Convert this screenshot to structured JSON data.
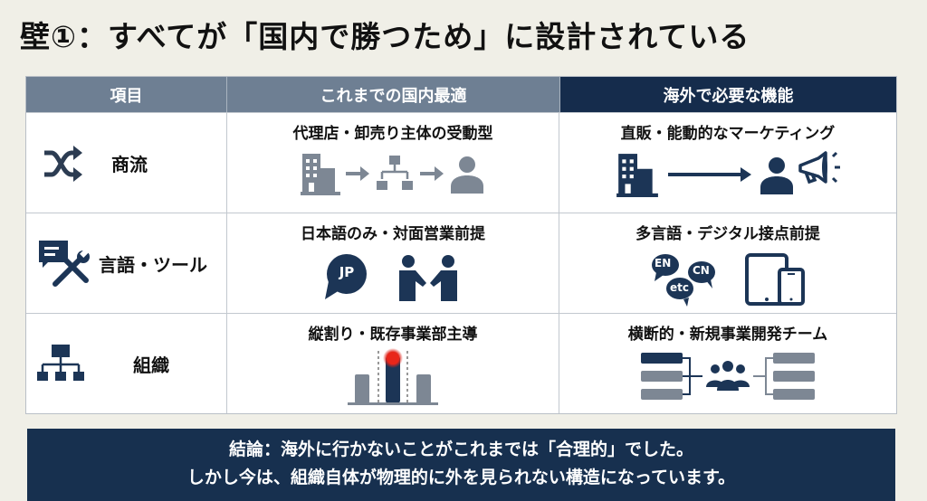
{
  "title": "壁①：すべてが「国内で勝つため」に設計されている",
  "colors": {
    "background": "#f0efe7",
    "header_gray": "#6e7f93",
    "header_navy": "#152c4c",
    "icon_navy": "#1c3556",
    "icon_gray": "#7d8794",
    "alert_red": "#e0261e",
    "banner": "#17304f"
  },
  "table": {
    "headers": [
      "項目",
      "これまでの国内最適",
      "海外で必要な機能"
    ],
    "rows": [
      {
        "item": "商流",
        "item_icon": "shuffle-icon",
        "domestic": "代理店・卸売り主体の受動型",
        "domestic_icons": [
          "building-icon",
          "arrow-right-icon",
          "hierarchy-icon",
          "arrow-right-icon",
          "person-icon"
        ],
        "overseas": "直販・能動的なマーケティング",
        "overseas_icons": [
          "building-icon",
          "long-arrow-right-icon",
          "person-icon",
          "megaphone-icon"
        ]
      },
      {
        "item": "言語・ツール",
        "item_icon": "chat-tools-icon",
        "domestic": "日本語のみ・対面営業前提",
        "domestic_icons": [
          "jp-speech-bubble-icon",
          "handshake-icon"
        ],
        "domestic_bubble_text": "JP",
        "overseas": "多言語・デジタル接点前提",
        "overseas_icons": [
          "multilingual-bubbles-icon",
          "tablet-phone-icon"
        ],
        "overseas_bubble_texts": [
          "EN",
          "CN",
          "etc"
        ]
      },
      {
        "item": "組織",
        "item_icon": "org-chart-icon",
        "domestic": "縦割り・既存事業部主導",
        "domestic_icons": [
          "silo-bars-icon"
        ],
        "overseas": "横断的・新規事業開発チーム",
        "overseas_icons": [
          "cross-functional-team-icon"
        ]
      }
    ]
  },
  "conclusion": {
    "line1": "結論：海外に行かないことがこれまでは「合理的」でした。",
    "line2": "しかし今は、組織自体が物理的に外を見られない構造になっています。"
  }
}
